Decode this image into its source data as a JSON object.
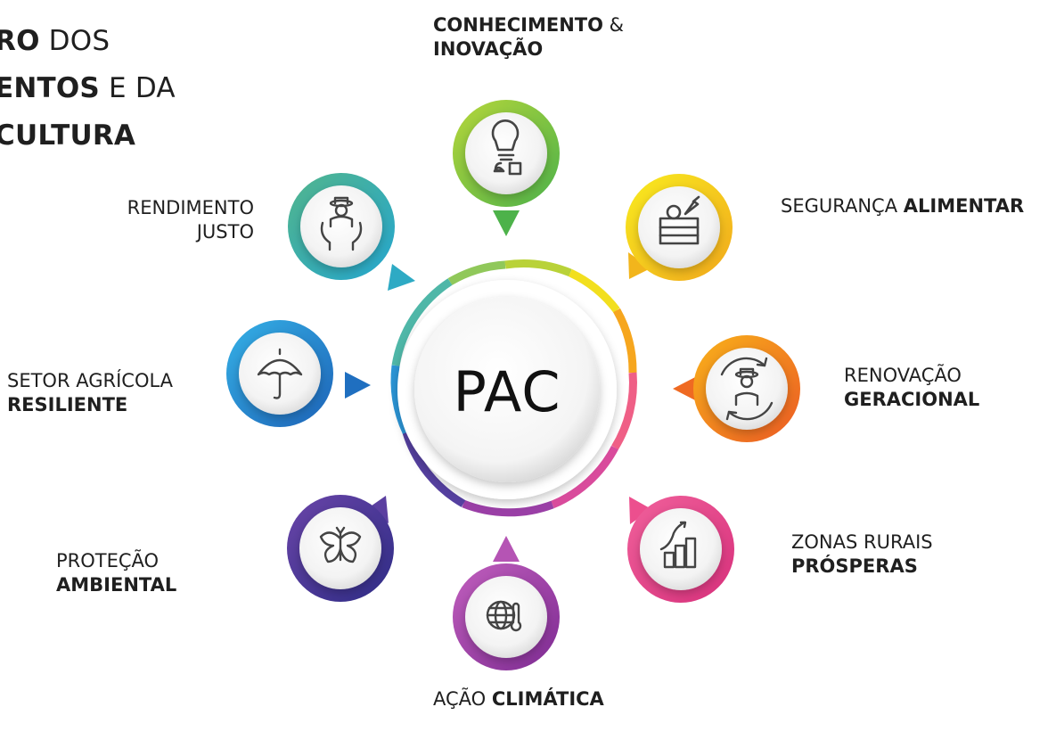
{
  "title": {
    "line1_bold": "RO",
    "line1_rest": " DOS",
    "line2_bold": "ENTOS",
    "line2_rest": " E DA",
    "line3_bold": "CULTURA"
  },
  "center": {
    "label": "PAC"
  },
  "nodes": [
    {
      "id": "conhecimento",
      "label_bold": "CONHECIMENTO",
      "label_rest": " &",
      "label_line2": "INOVAÇÃO",
      "color_a": "#a6cf3c",
      "color_b": "#58b947",
      "icon": "lightbulb-icon"
    },
    {
      "id": "seguranca",
      "label_regular": "SEGURANÇA ",
      "label_bold": "ALIMENTAR",
      "color_a": "#f6e51e",
      "color_b": "#f2b51c",
      "icon": "fruit-crate-icon"
    },
    {
      "id": "renovacao",
      "label_line1": "RENOVAÇÃO",
      "label_bold": "GERACIONAL",
      "color_a": "#f7a21b",
      "color_b": "#ef6a22",
      "icon": "farmer-cycle-icon"
    },
    {
      "id": "zonas",
      "label_line1": "ZONAS RURAIS",
      "label_bold": "PRÓSPERAS",
      "color_a": "#ec4f8e",
      "color_b": "#e0337d",
      "icon": "growth-chart-icon"
    },
    {
      "id": "acao",
      "label_regular": "AÇÃO ",
      "label_bold": "CLIMÁTICA",
      "color_a": "#b554b4",
      "color_b": "#8a2f96",
      "icon": "globe-thermometer-icon"
    },
    {
      "id": "protecao",
      "label_line1": "PROTEÇÃO",
      "label_bold": "AMBIENTAL",
      "color_a": "#5b3fa0",
      "color_b": "#3b2f8f",
      "icon": "butterfly-icon"
    },
    {
      "id": "setor",
      "label_line1": "SETOR AGRÍCOLA",
      "label_bold": "RESILIENTE",
      "color_a": "#2ea4df",
      "color_b": "#1f6fc0",
      "icon": "umbrella-icon"
    },
    {
      "id": "rendimento",
      "label_line1": "RENDIMENTO",
      "label_line2": "JUSTO",
      "color_a": "#49b29a",
      "color_b": "#2eaac4",
      "icon": "farmer-hands-icon"
    }
  ]
}
